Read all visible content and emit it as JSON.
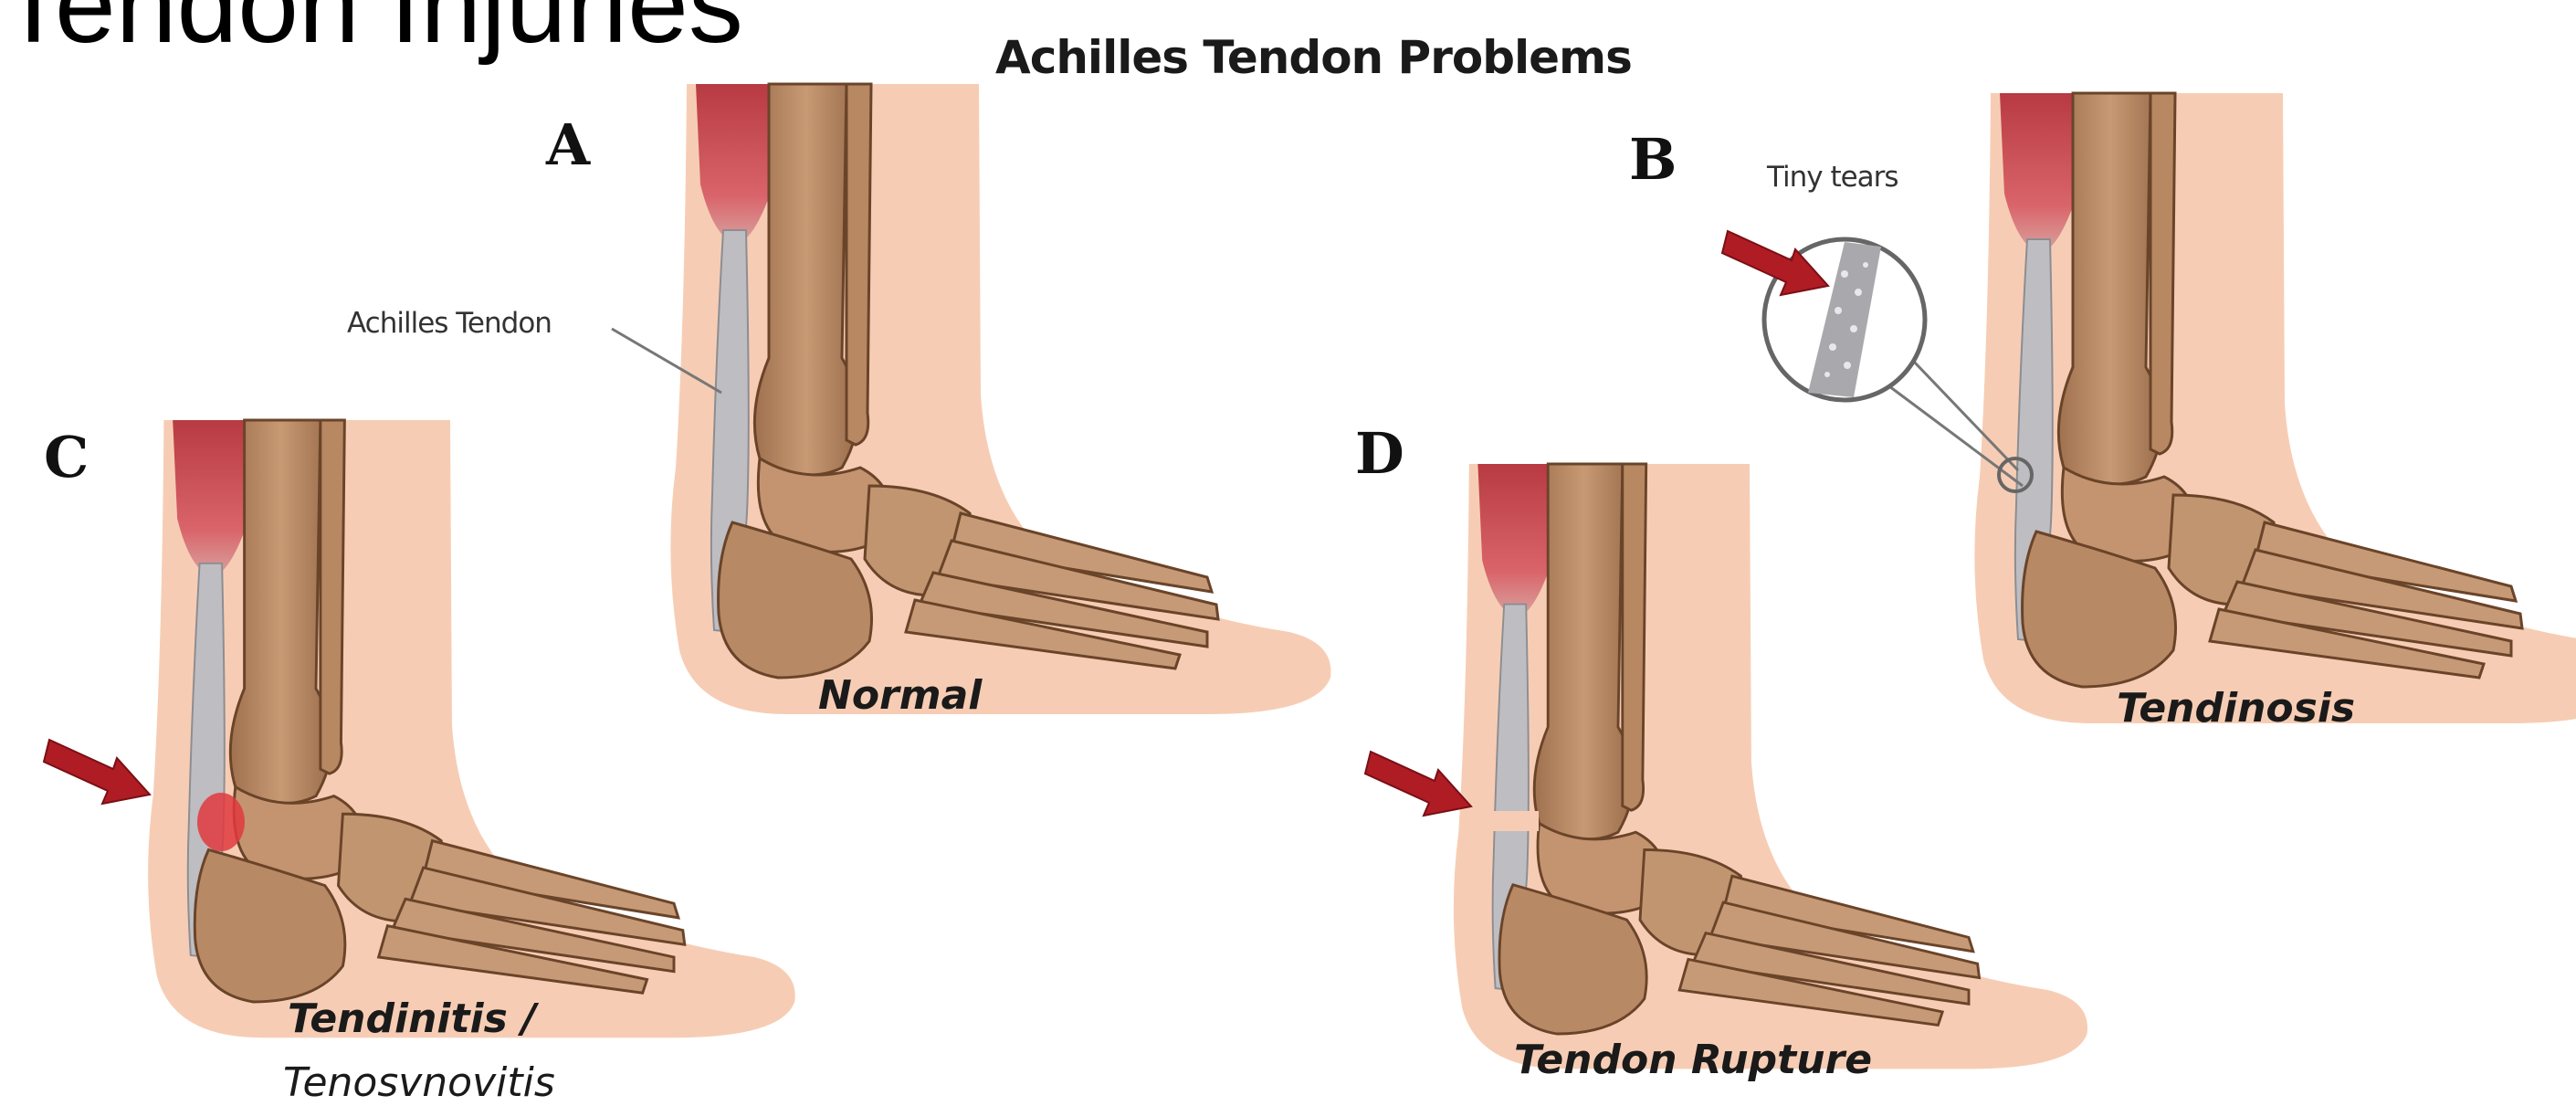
{
  "slide": {
    "title": "Tendon Injuries"
  },
  "figure": {
    "title": "Achilles Tendon Problems",
    "panels": [
      {
        "letter": "A",
        "caption": "Normal",
        "callout": "Achilles Tendon"
      },
      {
        "letter": "B",
        "caption": "Tendinosis",
        "callout": "Tiny tears"
      },
      {
        "letter": "C",
        "caption_line1": "Tendinitis /",
        "caption_line2": "Tenosvnovitis"
      },
      {
        "letter": "D",
        "caption": "Tendon Rupture"
      }
    ]
  },
  "colors": {
    "skin": "#f6cdb4",
    "bone": "#b98a66",
    "bone_dark": "#7a5236",
    "muscle": "#c9474d",
    "tendon": "#b9b9bd",
    "arrow": "#b01c24",
    "inflamed": "#e03a3e"
  }
}
